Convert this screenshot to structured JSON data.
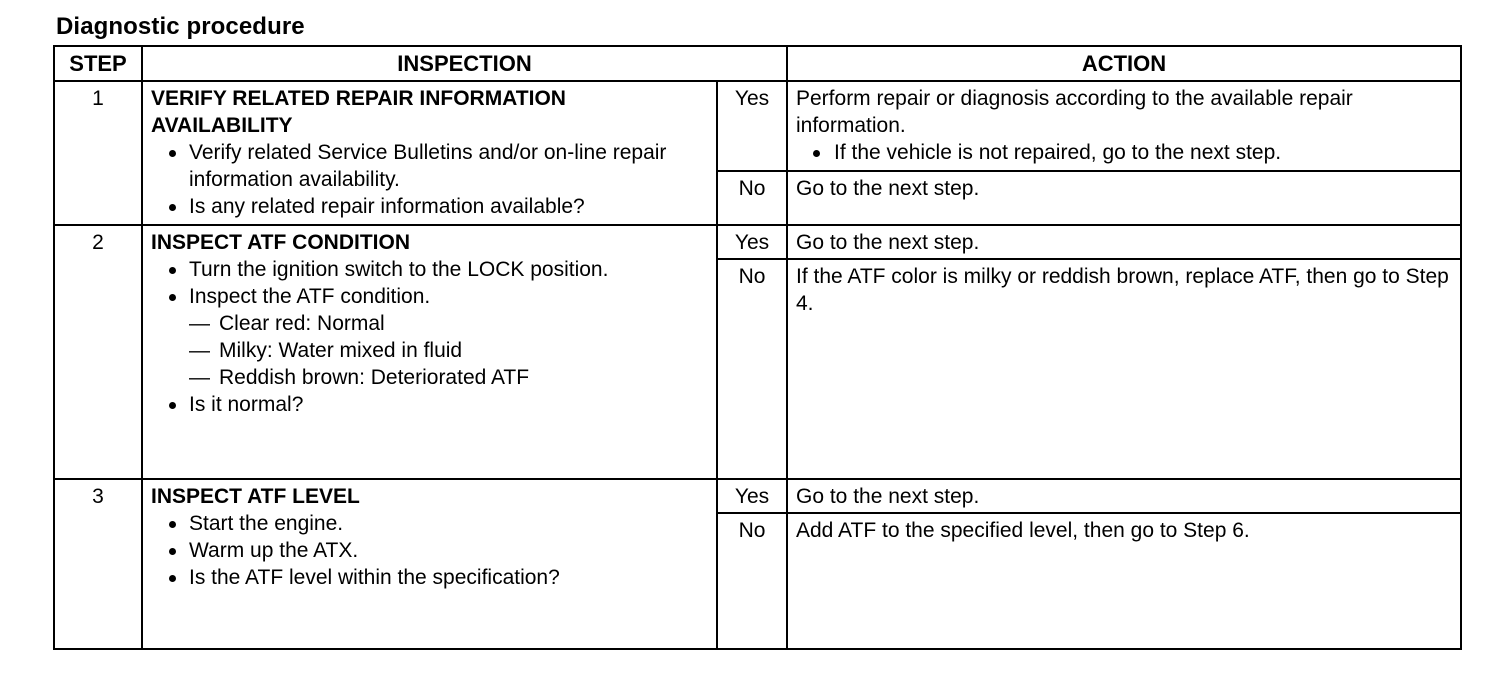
{
  "title": "Diagnostic procedure",
  "headers": {
    "step": "STEP",
    "inspection": "INSPECTION",
    "action": "ACTION"
  },
  "steps": [
    {
      "number": "1",
      "heading": "VERIFY RELATED REPAIR INFORMATION AVAILABILITY",
      "bullets": [
        {
          "text": "Verify related Service Bulletins and/or on-line repair information availability."
        },
        {
          "text": "Is any related repair information available?"
        }
      ],
      "yes_label": "Yes",
      "yes_action": "Perform repair or diagnosis according to the available repair information.",
      "yes_bullet": "If the vehicle is not repaired, go to the next step.",
      "no_label": "No",
      "no_action": "Go to the next step."
    },
    {
      "number": "2",
      "heading": "INSPECT ATF CONDITION",
      "bullets": [
        {
          "text": "Turn the ignition switch to the LOCK position."
        },
        {
          "text": "Inspect the ATF condition."
        },
        {
          "text": "Is it normal?"
        }
      ],
      "sub_items": [
        "Clear red: Normal",
        "Milky: Water mixed in fluid",
        "Reddish brown: Deteriorated ATF"
      ],
      "dash": "—",
      "yes_label": "Yes",
      "yes_action": "Go to the next step.",
      "no_label": "No",
      "no_action": "If the ATF color is milky or reddish brown, replace ATF, then go to Step 4."
    },
    {
      "number": "3",
      "heading": "INSPECT ATF LEVEL",
      "bullets": [
        {
          "text": "Start the engine."
        },
        {
          "text": "Warm up the ATX."
        },
        {
          "text": "Is the ATF level within the specification?"
        }
      ],
      "yes_label": "Yes",
      "yes_action": "Go to the next step.",
      "no_label": "No",
      "no_action": "Add ATF to the specified level, then go to Step 6."
    }
  ]
}
